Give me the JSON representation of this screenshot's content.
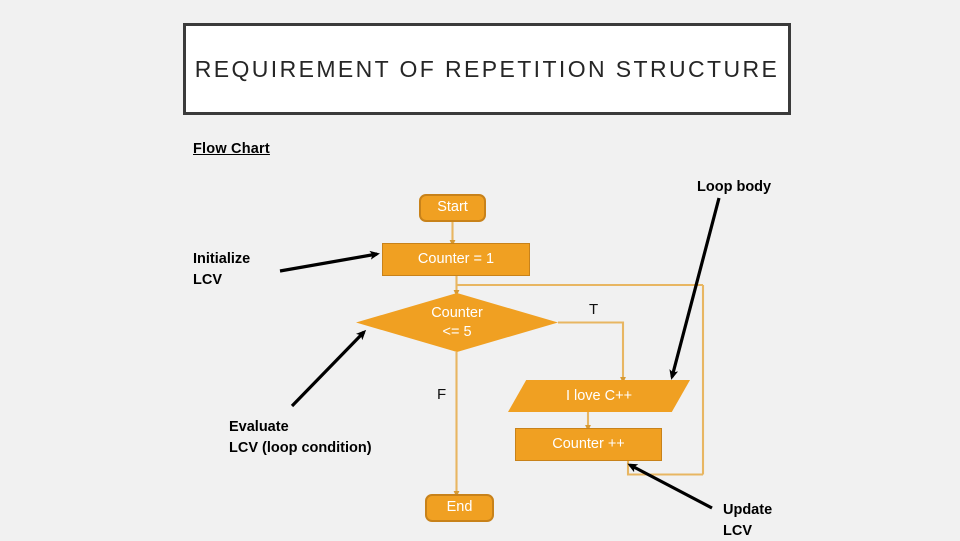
{
  "slide": {
    "background_color": "#f1f1f1",
    "title": "REQUIREMENT OF REPETITION\nSTRUCTURE",
    "section_label": "Flow Chart"
  },
  "theme": {
    "node_fill": "#f0a022",
    "node_border": "#c8821a",
    "node_text": "#ffffff",
    "connector_color": "#e8b662",
    "annotation_color": "#000000",
    "title_border": "#3b3b3b"
  },
  "flowchart": {
    "nodes": [
      {
        "id": "start",
        "shape": "terminator",
        "label": "Start"
      },
      {
        "id": "init",
        "shape": "process",
        "label": "Counter = 1"
      },
      {
        "id": "decision",
        "shape": "decision",
        "label": "Counter\n<= 5"
      },
      {
        "id": "output",
        "shape": "parallelogram",
        "label": "I love C++"
      },
      {
        "id": "increment",
        "shape": "process",
        "label": "Counter ++"
      },
      {
        "id": "end",
        "shape": "terminator",
        "label": "End"
      }
    ],
    "branch_labels": {
      "true": "T",
      "false": "F"
    }
  },
  "annotations": [
    {
      "id": "initialize",
      "text": "Initialize\nLCV"
    },
    {
      "id": "loop-body",
      "text": "Loop body"
    },
    {
      "id": "evaluate",
      "text": "Evaluate\nLCV (loop condition)"
    },
    {
      "id": "update",
      "text": "Update\nLCV"
    }
  ]
}
